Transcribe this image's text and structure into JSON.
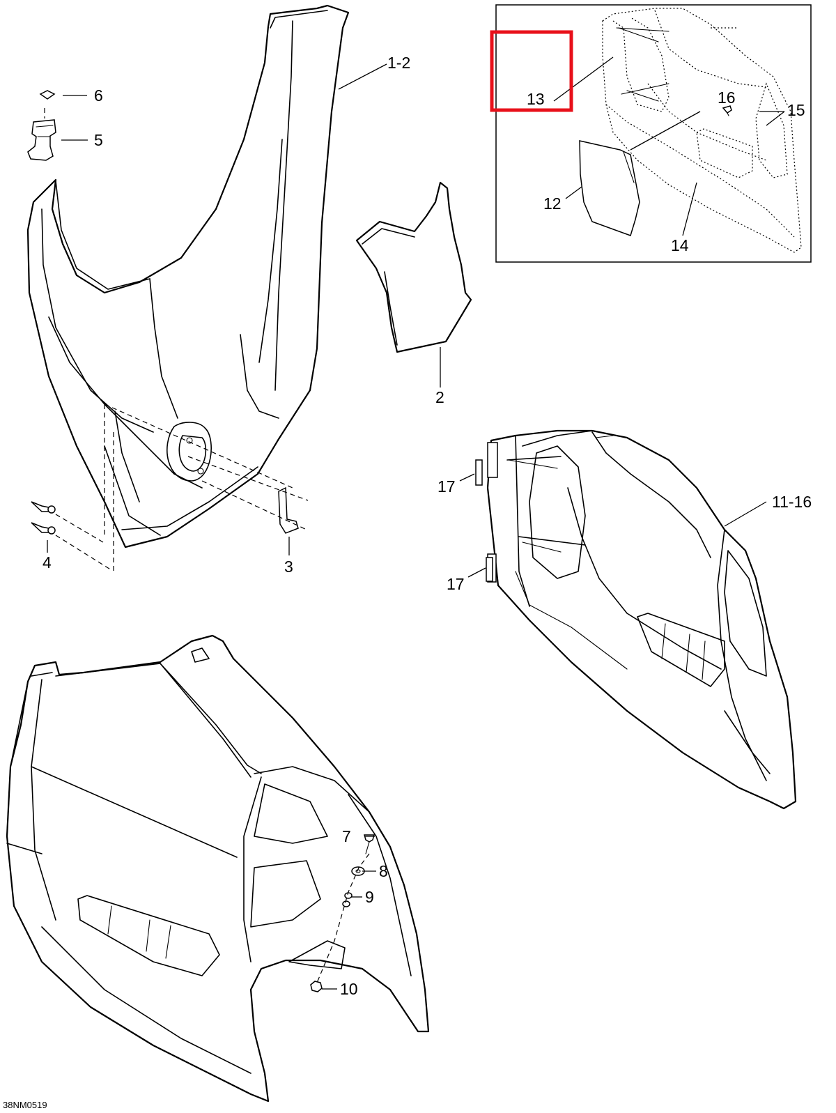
{
  "diagram": {
    "reference_code": "38NM0519",
    "highlight_color": "#e8101a",
    "line_color": "#000000",
    "callouts": {
      "c1_2": "1-2",
      "c2": "2",
      "c3": "3",
      "c4": "4",
      "c5": "5",
      "c6": "6",
      "c7": "7",
      "c8": "8",
      "c9": "9",
      "c10": "10",
      "c11_16": "11-16",
      "c12": "12",
      "c13": "13",
      "c14": "14",
      "c15": "15",
      "c16": "16",
      "c17a": "17",
      "c17b": "17"
    },
    "highlighted_callout": "13"
  }
}
